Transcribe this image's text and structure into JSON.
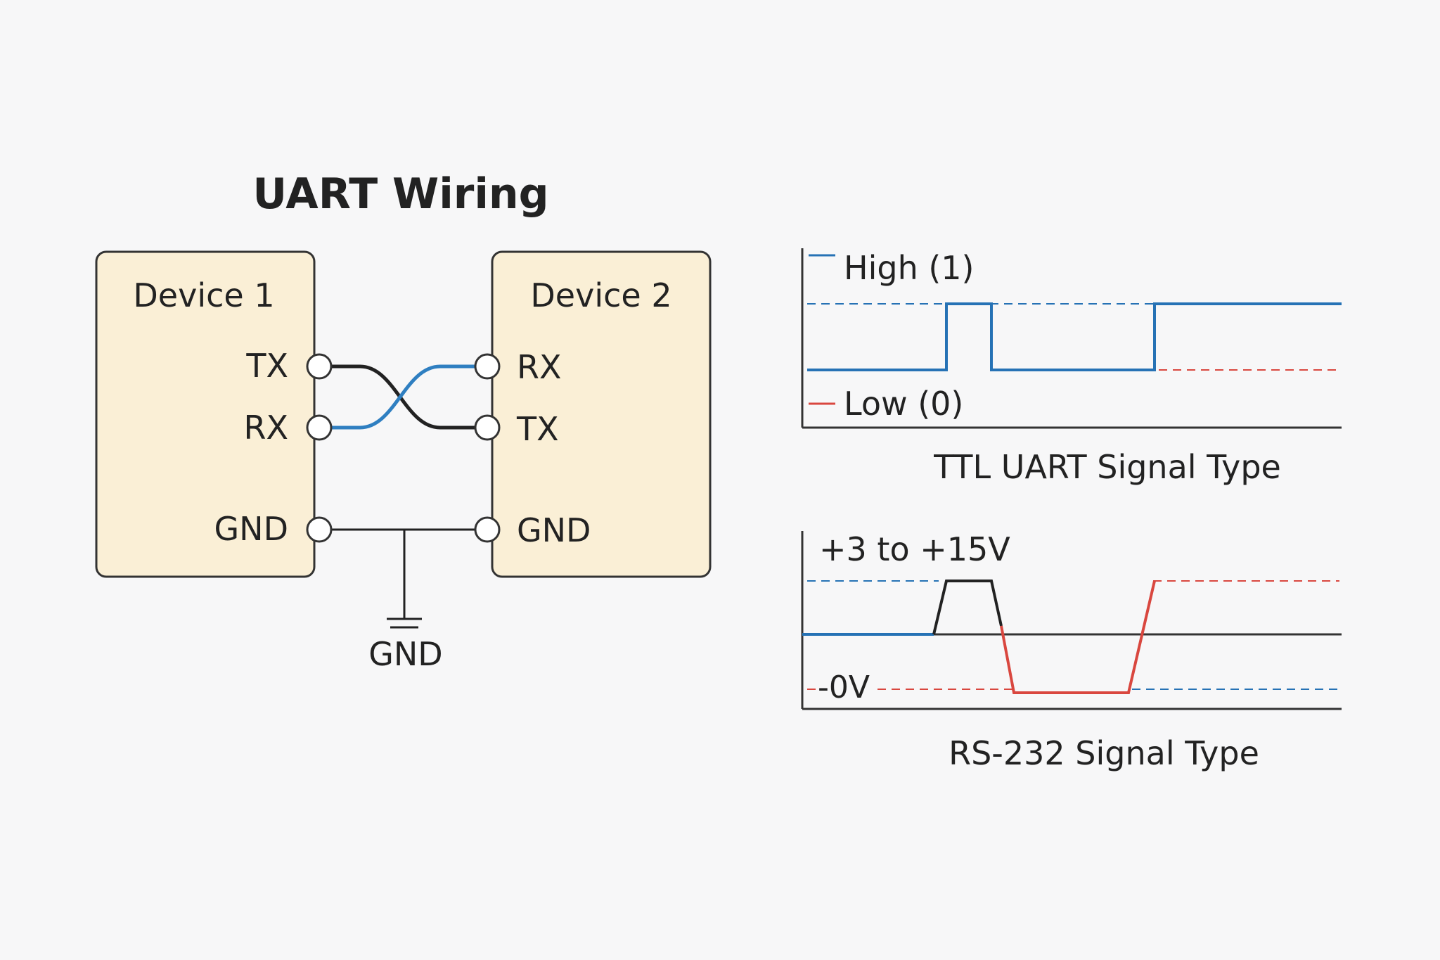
{
  "wiring": {
    "title": "UART Wiring",
    "device1": {
      "label": "Device 1",
      "pins": [
        "TX",
        "RX",
        "GND"
      ]
    },
    "device2": {
      "label": "Device 2",
      "pins": [
        "RX",
        "TX",
        "GND"
      ]
    },
    "ground_label": "GND"
  },
  "ttl": {
    "high_label": "High (1)",
    "low_label": "Low (0)",
    "caption": "TTL UART Signal Type"
  },
  "rs232": {
    "positive_label": "+3 to +15V",
    "zero_label": "-0V",
    "caption": "RS-232 Signal Type"
  },
  "colors": {
    "device_fill": "#faefd6",
    "device_stroke": "#333333",
    "wire_dark": "#222222",
    "wire_blue": "#2f7fc1",
    "signal_blue": "#2672b5",
    "signal_red": "#d9473f",
    "axis": "#333333",
    "background": "#f7f7f8"
  }
}
